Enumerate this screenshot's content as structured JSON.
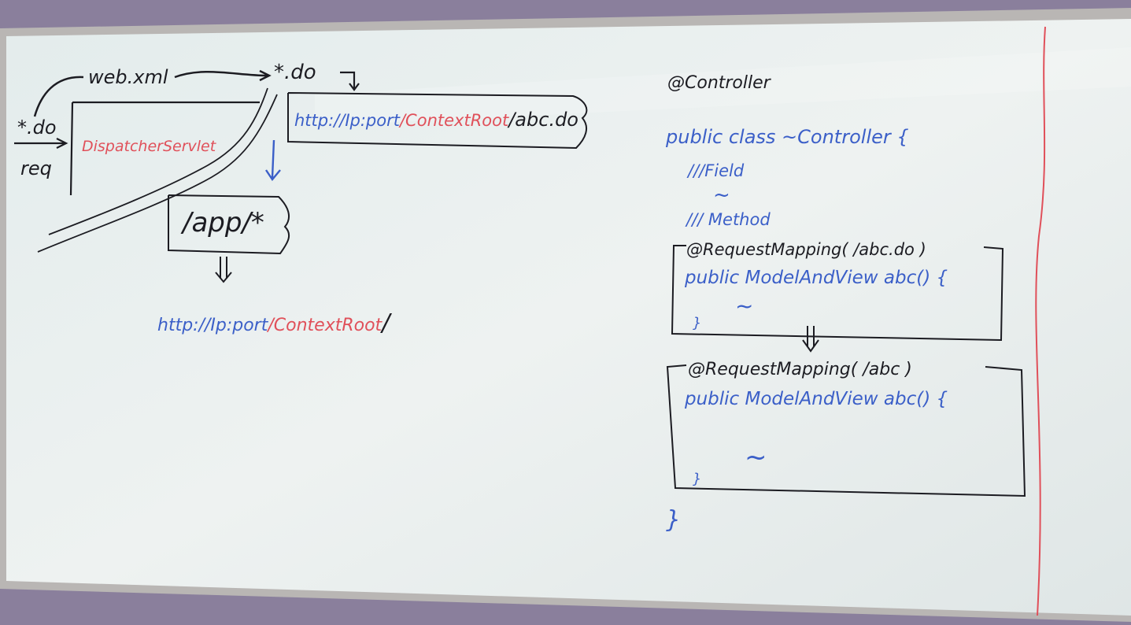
{
  "colors": {
    "wall": "#8a7f9c",
    "board": "#e6ecec",
    "frame": "#b9b6b4",
    "ink_black": "#1c1c22",
    "ink_blue": "#3b5fc8",
    "ink_red": "#e0505a"
  },
  "left": {
    "web_xml": "web.xml",
    "do_pattern": "*.do",
    "in_do": "*.do",
    "req": "req",
    "dispatcher": "DispatcherServlet",
    "url_top": {
      "prefix": "http://Ip:port",
      "context": "/ContextRoot",
      "suffix": "/abc.do"
    },
    "app_box": "/app/*",
    "url_bottom": {
      "prefix": "http://Ip:port",
      "context": "/ContextRoot",
      "suffix": "/"
    }
  },
  "right": {
    "annotation": "@Controller",
    "class_decl": "public class ~Controller {",
    "field_comment": "///Field",
    "tilde": "~",
    "method_comment": "/// Method",
    "mapping1": {
      "annotation": "@RequestMapping( /abc.do )",
      "signature": "public ModelAndView abc() {",
      "body": "~",
      "close": "}"
    },
    "mapping2": {
      "annotation": "@RequestMapping( /abc )",
      "signature": "public ModelAndView abc() {",
      "body": "~",
      "close": "}"
    },
    "class_close": "}"
  }
}
